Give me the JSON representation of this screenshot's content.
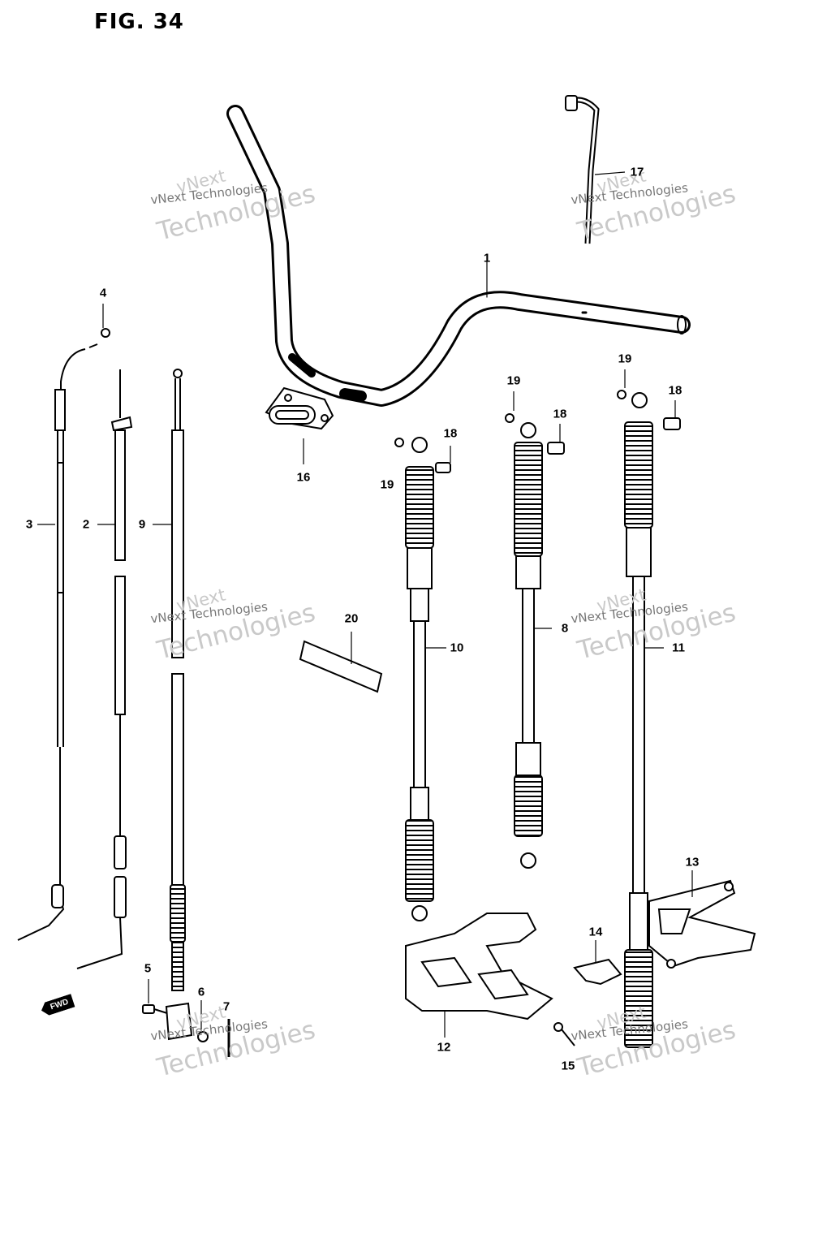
{
  "figure": {
    "title": "FIG. 34",
    "forward_label": "FWD"
  },
  "watermark": {
    "line1": "vNext",
    "line2": "vNext Technologies",
    "line3": "Technologies"
  },
  "callouts": {
    "c1": "1",
    "c2": "2",
    "c3": "3",
    "c4": "4",
    "c5": "5",
    "c6": "6",
    "c7": "7",
    "c8": "8",
    "c9": "9",
    "c10": "10",
    "c11": "11",
    "c12": "12",
    "c13": "13",
    "c14": "14",
    "c15": "15",
    "c16": "16",
    "c17": "17",
    "c18a": "18",
    "c18b": "18",
    "c18c": "18",
    "c19a": "19",
    "c19b": "19",
    "c19c": "19",
    "c20": "20"
  }
}
